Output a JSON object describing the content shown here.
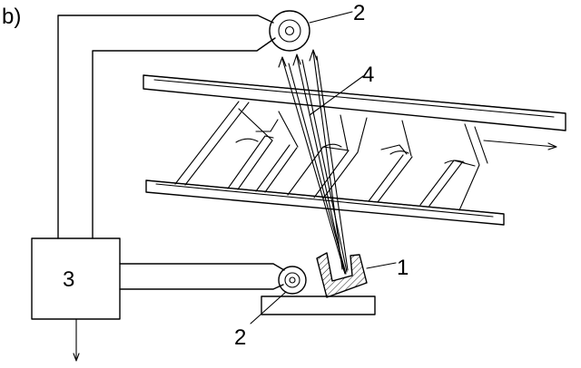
{
  "figure": {
    "panel_label": "b)",
    "labels": {
      "part_1": "1",
      "part_2_top": "2",
      "part_2_bottom": "2",
      "part_3": "3",
      "part_4": "4"
    }
  }
}
